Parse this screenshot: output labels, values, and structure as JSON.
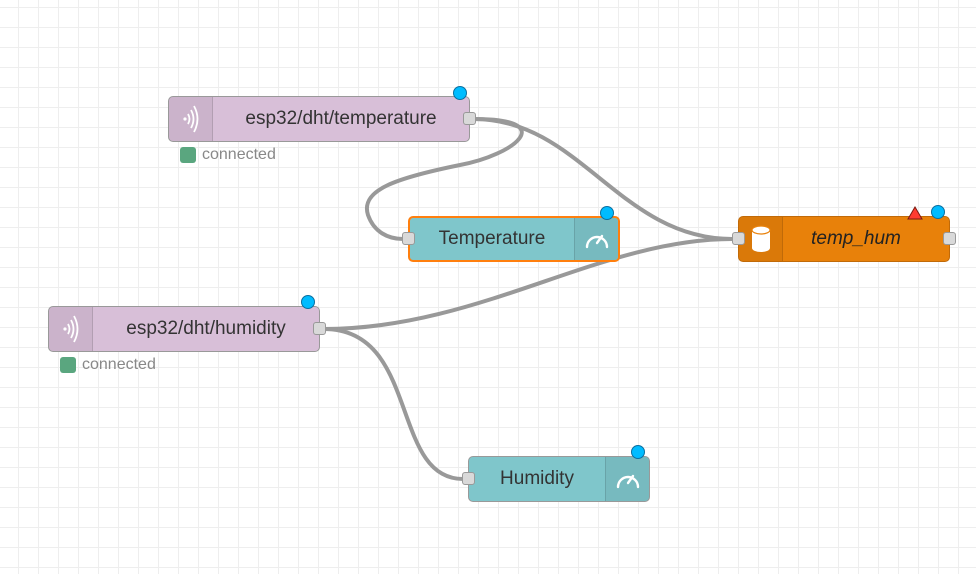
{
  "colors": {
    "mqtt_node": "#d8bfd8",
    "gauge_node": "#7fc6cb",
    "db_node": "#e8810a",
    "changed_dot": "#00bcff",
    "wire": "#999999",
    "connected_status": "#5aa67f",
    "warning": "#ff3b30"
  },
  "nodes": {
    "mqtt_temperature": {
      "label": "esp32/dht/temperature",
      "icon": "radio-waves-icon",
      "status": "connected"
    },
    "mqtt_humidity": {
      "label": "esp32/dht/humidity",
      "icon": "radio-waves-icon",
      "status": "connected"
    },
    "gauge_temperature": {
      "label": "Temperature",
      "icon": "gauge-icon"
    },
    "gauge_humidity": {
      "label": "Humidity",
      "icon": "gauge-icon"
    },
    "db_temp_hum": {
      "label": "temp_hum",
      "icon": "database-icon",
      "warning": true
    }
  }
}
